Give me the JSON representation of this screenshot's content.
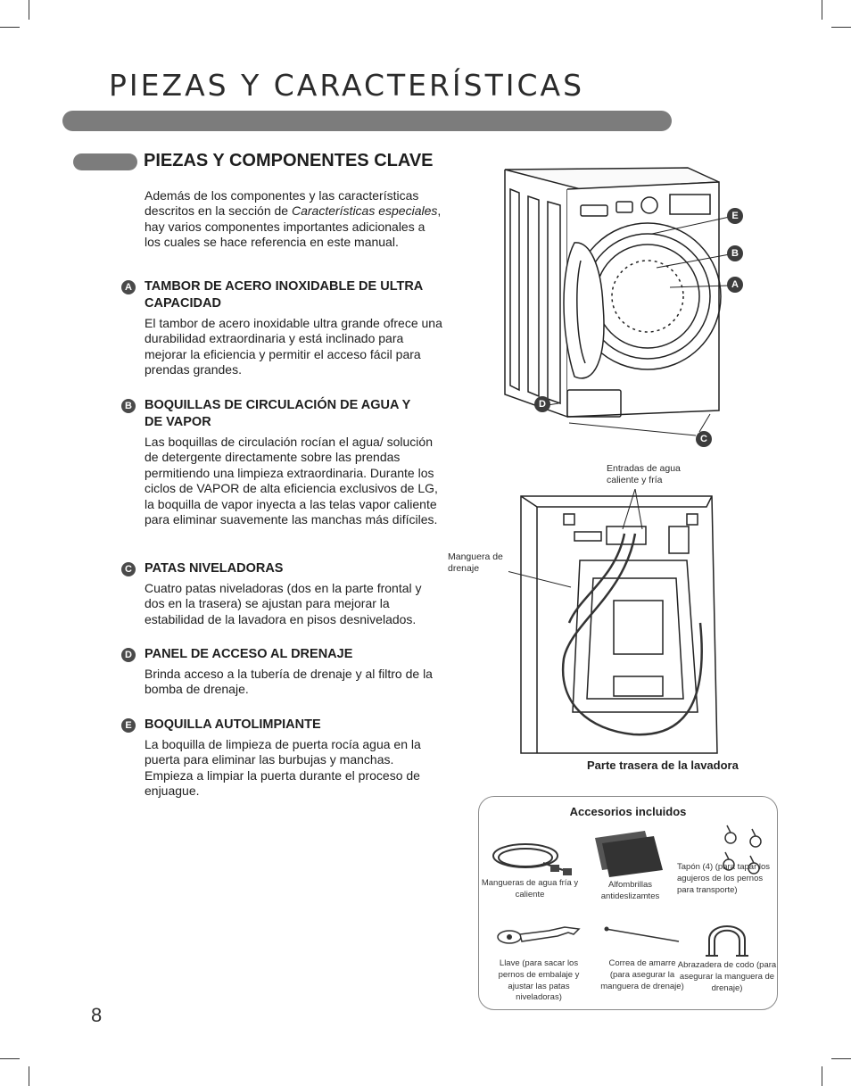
{
  "page_title": "PIEZAS Y CARACTERÍSTICAS",
  "section_heading": "PIEZAS Y COMPONENTES CLAVE",
  "intro": {
    "before": "Además de los componentes y las características descritos en la sección de ",
    "italic": "Características especiales",
    "after": ", hay varios componentes importantes adicionales a los cuales se hace referencia en este manual."
  },
  "items": [
    {
      "letter": "A",
      "title": "TAMBOR DE ACERO INOXIDABLE DE ULTRA CAPACIDAD",
      "description": "El tambor de acero inoxidable ultra grande ofrece una durabilidad extraordinaria y está inclinado para mejorar la eficiencia y permitir el acceso fácil para prendas grandes."
    },
    {
      "letter": "B",
      "title": "BOQUILLAS DE CIRCULACIÓN DE AGUA Y DE VAPOR",
      "description": "Las boquillas de circulación rocían el agua/ solución de detergente directamente sobre las prendas permitiendo una limpieza extraordinaria. Durante los ciclos de VAPOR de alta eficiencia exclusivos de LG, la boquilla de vapor inyecta a las telas vapor caliente para eliminar suavemente las manchas más difíciles."
    },
    {
      "letter": "C",
      "title": "PATAS NIVELADORAS",
      "description": "Cuatro patas niveladoras (dos en la parte frontal y dos en la trasera) se ajustan para mejorar la estabilidad de la lavadora en pisos desnivelados."
    },
    {
      "letter": "D",
      "title": "PANEL DE ACCESO AL DRENAJE",
      "description": "Brinda acceso a la tubería de drenaje y al filtro de la bomba de drenaje."
    },
    {
      "letter": "E",
      "title": "BOQUILLA AUTOLIMPIANTE",
      "description": "La boquilla de limpieza de puerta rocía agua en la puerta para eliminar las burbujas y manchas. Empieza a limpiar la puerta durante el proceso de enjuague."
    }
  ],
  "figure_callouts": {
    "e": "E",
    "b": "B",
    "a": "A",
    "d": "D",
    "c": "C"
  },
  "rear": {
    "inlets_label": "Entradas de agua caliente y fría",
    "drain_label": "Manguera de drenaje",
    "caption": "Parte trasera de la lavadora"
  },
  "accessories": {
    "title": "Accesorios incluidos",
    "items": [
      {
        "icon": "hoses-icon",
        "label": "Mangueras de agua fría y caliente"
      },
      {
        "icon": "mats-icon",
        "label": "Alfombrillas antideslizamtes"
      },
      {
        "icon": "caps-icon",
        "label": "Tapón (4) (para tapar los agujeros de los pernos para transporte)"
      },
      {
        "icon": "wrench-icon",
        "label": "Llave (para sacar los pernos de embalaje y ajustar las patas niveladoras)"
      },
      {
        "icon": "tie-strap-icon",
        "label": "Correa de amarre (para asegurar la manguera de drenaje)"
      },
      {
        "icon": "elbow-bracket-icon",
        "label": "Abrazadera de codo (para asegurar la manguera de drenaje)"
      }
    ]
  },
  "page_number": "8"
}
